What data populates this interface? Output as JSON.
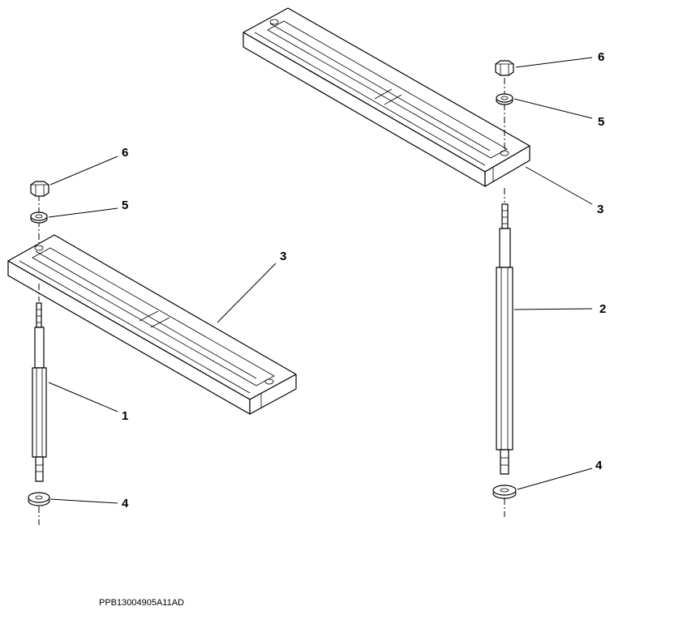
{
  "drawing_id": "PPB13004905A11AD",
  "callouts": {
    "left_nut": "6",
    "left_washer": "5",
    "left_bar": "3",
    "left_rod": "1",
    "left_bottom_washer": "4",
    "right_nut": "6",
    "right_washer": "5",
    "right_bar": "3",
    "right_rod": "2",
    "right_bottom_washer": "4"
  },
  "colors": {
    "line": "#000000",
    "background": "#ffffff"
  }
}
